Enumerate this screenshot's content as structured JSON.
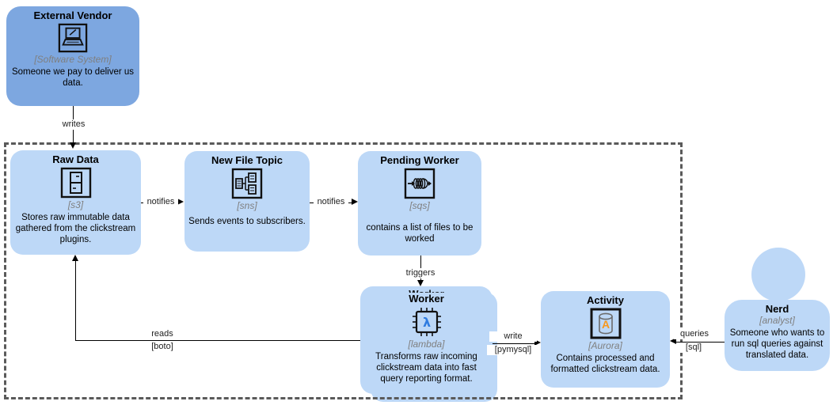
{
  "diagram": {
    "nodes": {
      "external_vendor": {
        "title": "External Vendor",
        "meta": "[Software System]",
        "desc": "Someone we pay to deliver us data.",
        "icon": "computer-icon"
      },
      "raw_data": {
        "title": "Raw Data",
        "meta": "[s3]",
        "desc": "Stores raw immutable data gathered from the clickstream plugins.",
        "icon": "s3-bucket-icon"
      },
      "new_file_topic": {
        "title": "New File Topic",
        "meta": "[sns]",
        "desc": "Sends events to subscribers.",
        "icon": "sns-topic-icon"
      },
      "pending_worker": {
        "title": "Pending Worker",
        "meta": "[sqs]",
        "desc": "contains a list of files to be worked",
        "icon": "sqs-queue-icon"
      },
      "worker": {
        "title": "Worker",
        "ghost_title": "Worker",
        "meta": "[lambda]",
        "desc": "Transforms raw incoming clickstream data into fast query reporting format.",
        "icon": "lambda-icon"
      },
      "activity": {
        "title": "Activity",
        "meta": "[Aurora]",
        "desc": "Contains processed and formatted clickstream data.",
        "icon": "aurora-db-icon"
      },
      "nerd": {
        "title": "Nerd",
        "meta": "[analyst]",
        "desc": "Someone who wants to run sql queries against translated data."
      }
    },
    "edges": {
      "writes": {
        "label": "writes"
      },
      "notifies_1": {
        "label": "notifies"
      },
      "notifies_2": {
        "label": "notifies"
      },
      "triggers": {
        "label": "triggers"
      },
      "reads": {
        "label": "reads",
        "tech": "[boto]"
      },
      "write": {
        "label": "write",
        "tech": "[pymysql]"
      },
      "queries": {
        "label": "queries",
        "tech": "[sql]"
      }
    },
    "colors": {
      "primary_box": "#7da7e0",
      "light_box": "#bdd8f7",
      "boundary": "#5a5a5a",
      "meta_text": "#7f7f7f",
      "lambda_glyph": "#2f7ce0",
      "aurora_glyph": "#f7981d"
    }
  }
}
